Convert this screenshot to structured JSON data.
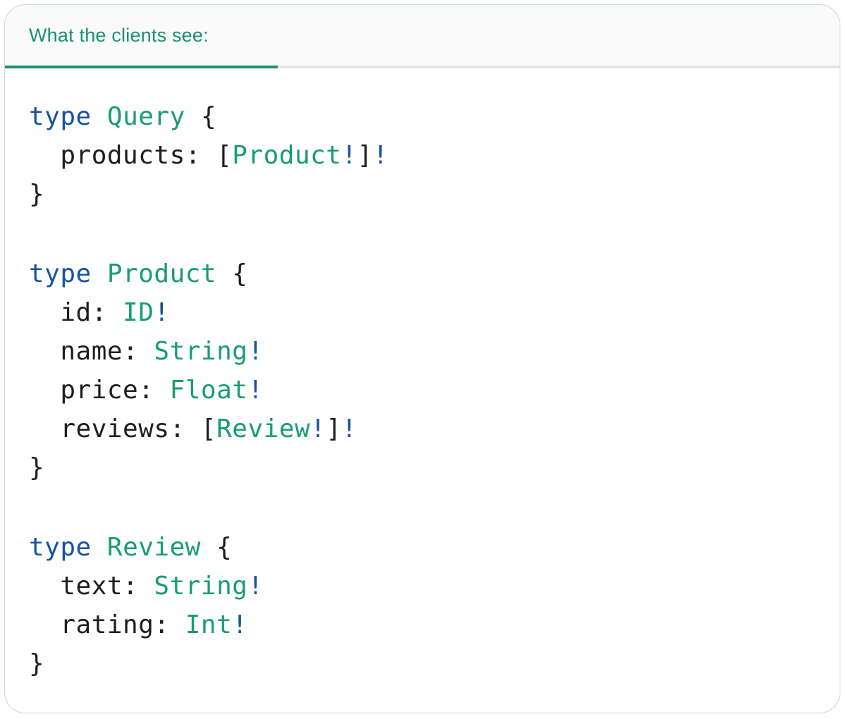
{
  "tab": {
    "label": "What the clients see:"
  },
  "colors": {
    "tab_green": "#18916F",
    "tab_inactive_line": "#E4E4E4",
    "header_bg": "#FAFAFA",
    "card_border": "#C6DAC6",
    "card_bg": "#FFFFFF",
    "code_keyword": "#16549E",
    "code_type_name": "#189C77",
    "code_plain": "#1E1E1E"
  },
  "code": {
    "language": "graphql",
    "blocks": [
      {
        "name": "Query",
        "lines": [
          [
            {
              "k": "kw",
              "t": "type"
            },
            {
              "k": "pl",
              "t": " "
            },
            {
              "k": "tn",
              "t": "Query"
            },
            {
              "k": "pl",
              "t": " {"
            }
          ],
          [
            {
              "k": "pl",
              "t": "  products: ["
            },
            {
              "k": "tn",
              "t": "Product"
            },
            {
              "k": "kw",
              "t": "!"
            },
            {
              "k": "pl",
              "t": "]"
            },
            {
              "k": "kw",
              "t": "!"
            }
          ],
          [
            {
              "k": "pl",
              "t": "}"
            }
          ]
        ]
      },
      {
        "name": "Product",
        "lines": [
          [
            {
              "k": "kw",
              "t": "type"
            },
            {
              "k": "pl",
              "t": " "
            },
            {
              "k": "tn",
              "t": "Product"
            },
            {
              "k": "pl",
              "t": " {"
            }
          ],
          [
            {
              "k": "pl",
              "t": "  id: "
            },
            {
              "k": "tn",
              "t": "ID"
            },
            {
              "k": "kw",
              "t": "!"
            }
          ],
          [
            {
              "k": "pl",
              "t": "  name: "
            },
            {
              "k": "tn",
              "t": "String"
            },
            {
              "k": "kw",
              "t": "!"
            }
          ],
          [
            {
              "k": "pl",
              "t": "  price: "
            },
            {
              "k": "tn",
              "t": "Float"
            },
            {
              "k": "kw",
              "t": "!"
            }
          ],
          [
            {
              "k": "pl",
              "t": "  reviews: ["
            },
            {
              "k": "tn",
              "t": "Review"
            },
            {
              "k": "kw",
              "t": "!"
            },
            {
              "k": "pl",
              "t": "]"
            },
            {
              "k": "kw",
              "t": "!"
            }
          ],
          [
            {
              "k": "pl",
              "t": "}"
            }
          ]
        ]
      },
      {
        "name": "Review",
        "lines": [
          [
            {
              "k": "kw",
              "t": "type"
            },
            {
              "k": "pl",
              "t": " "
            },
            {
              "k": "tn",
              "t": "Review"
            },
            {
              "k": "pl",
              "t": " {"
            }
          ],
          [
            {
              "k": "pl",
              "t": "  text: "
            },
            {
              "k": "tn",
              "t": "String"
            },
            {
              "k": "kw",
              "t": "!"
            }
          ],
          [
            {
              "k": "pl",
              "t": "  rating: "
            },
            {
              "k": "tn",
              "t": "Int"
            },
            {
              "k": "kw",
              "t": "!"
            }
          ],
          [
            {
              "k": "pl",
              "t": "}"
            }
          ]
        ]
      }
    ]
  }
}
